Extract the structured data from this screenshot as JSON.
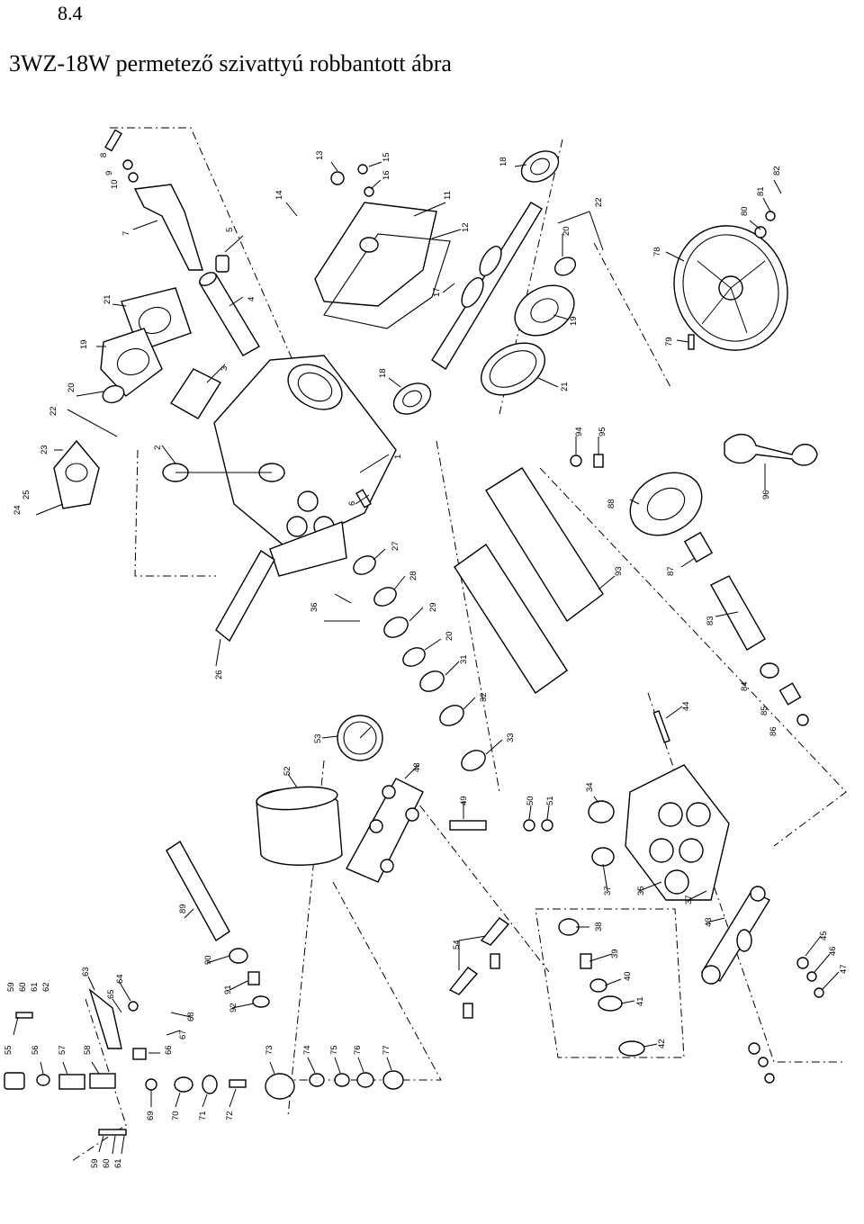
{
  "header": {
    "section_number": "8.4",
    "title": "3WZ-18W permetező szivattyú robbantott ábra"
  },
  "diagram": {
    "part_numbers": [
      "1",
      "2",
      "3",
      "4",
      "5",
      "6",
      "7",
      "8",
      "9",
      "10",
      "11",
      "12",
      "13",
      "14",
      "15",
      "16",
      "17",
      "18",
      "18",
      "19",
      "19",
      "20",
      "20",
      "20",
      "21",
      "21",
      "22",
      "22",
      "23",
      "24",
      "25",
      "26",
      "27",
      "28",
      "29",
      "31",
      "32",
      "33",
      "34",
      "35",
      "36",
      "37",
      "37",
      "38",
      "39",
      "40",
      "41",
      "42",
      "43",
      "44",
      "45",
      "46",
      "47",
      "48",
      "49",
      "50",
      "51",
      "52",
      "53",
      "54",
      "55",
      "56",
      "57",
      "58",
      "59",
      "59",
      "60",
      "60",
      "61",
      "61",
      "62",
      "63",
      "64",
      "65",
      "66",
      "67",
      "68",
      "69",
      "70",
      "71",
      "72",
      "73",
      "74",
      "75",
      "76",
      "77",
      "78",
      "79",
      "80",
      "81",
      "82",
      "83",
      "84",
      "85",
      "86",
      "87",
      "88",
      "89",
      "90",
      "91",
      "92",
      "93",
      "94",
      "95",
      "96"
    ]
  }
}
